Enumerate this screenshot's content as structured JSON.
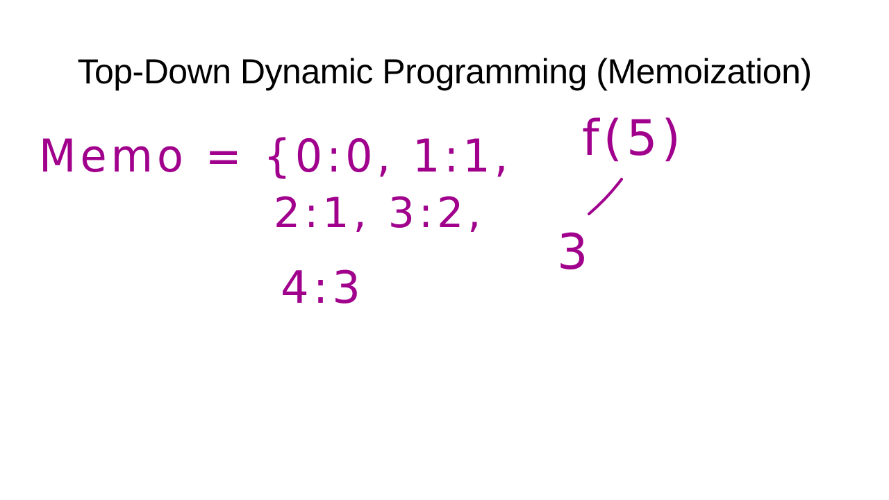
{
  "slide": {
    "title": "Top-Down Dynamic Programming (Memoization)"
  },
  "annotations": {
    "ink_color": "#a0008c",
    "memo_line1": "Memo = {0:0, 1:1,",
    "memo_line2": "2:1, 3:2,",
    "memo_line3": "4:3",
    "call": "f(5)",
    "result": "3"
  }
}
